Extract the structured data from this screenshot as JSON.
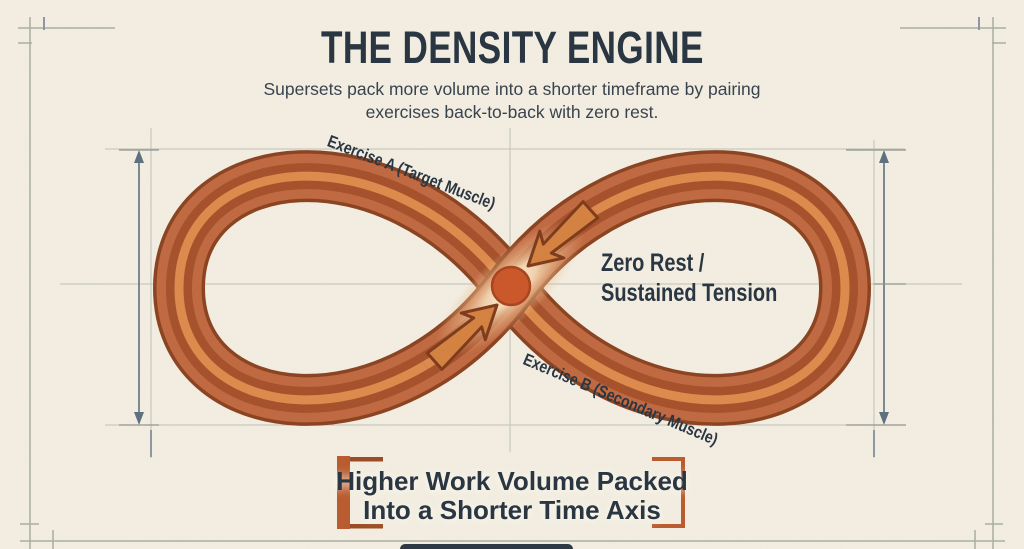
{
  "header": {
    "title": "THE DENSITY ENGINE",
    "subtitle_line1": "Supersets pack more volume into a shorter timeframe by pairing",
    "subtitle_line2": "exercises back-to-back with zero rest."
  },
  "diagram": {
    "loop_label_top": "Exercise A (Target Muscle)",
    "loop_label_bottom": "Exercise B (Secondary Muscle)",
    "center_label_line1": "Zero Rest /",
    "center_label_line2": "Sustained Tension"
  },
  "footer": {
    "line1": "Higher Work Volume Packed",
    "line2": "Into a Shorter Time Axis"
  },
  "icons": {
    "superset-arrow-top": "outlined arrow pointing down-left into the crossing point",
    "superset-arrow-bottom": "outlined arrow pointing up-right into the crossing point",
    "center-dot": "solid orange circle at loop crossing",
    "dimension-arrow-left": "vertical double-headed measure arrow",
    "dimension-arrow-right": "vertical double-headed measure arrow"
  },
  "colors": {
    "background": "#f3eee1",
    "ink": "#2a3642",
    "subtitle_ink": "#39434e",
    "accent": "#b95a2d",
    "ribbon_main": "#c06840",
    "ribbon_dark": "#a5502a",
    "ribbon_light": "#dd8a4b",
    "ribbon_outline": "#8a421f",
    "dot": "#cb5628",
    "glow": "#f7dcb8",
    "guide": "#bfc1b8",
    "dimension": "#5d6e7e"
  }
}
